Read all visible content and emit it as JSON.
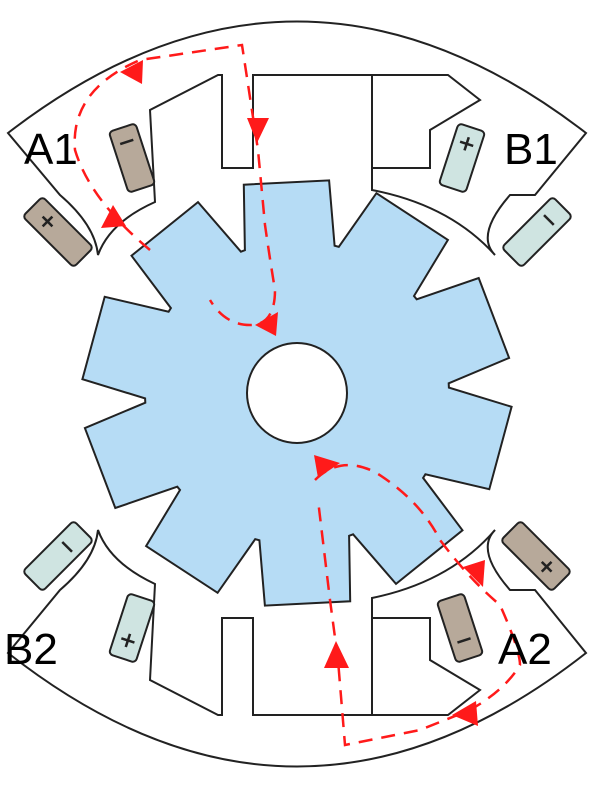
{
  "colors": {
    "rotor_fill": "#b6dcf5",
    "outline": "#222222",
    "stator_fill": "#ffffff",
    "coil_dark": "#b7a99a",
    "coil_light": "#cfe4e1",
    "flux_path": "#ff1a1a"
  },
  "labels": {
    "a1": "A1",
    "b1": "B1",
    "b2": "B2",
    "a2": "A2"
  },
  "coils": {
    "plus": "+",
    "minus": "−"
  },
  "rotor": {
    "teeth": 10
  }
}
